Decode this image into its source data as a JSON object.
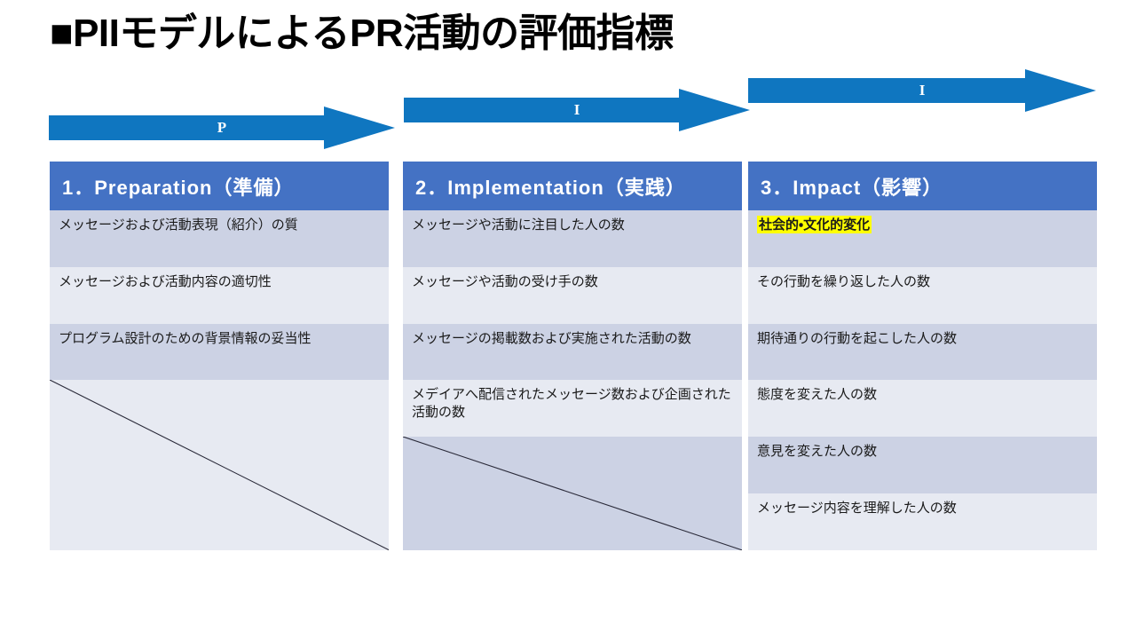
{
  "slide": {
    "title": "■PIIモデルによるPR活動の評価指標",
    "bullet_glyph": "■",
    "colors": {
      "arrow_blue": "#0F76C0",
      "header_blue": "#4472C4",
      "row_dark": "#ccd2e4",
      "row_light": "#e7eaf2",
      "highlight_yellow": "#ffff00",
      "title_black": "#000000"
    }
  },
  "arrows": [
    {
      "label": "P",
      "stage": "preparation"
    },
    {
      "label": "I",
      "stage": "implementation"
    },
    {
      "label": "I",
      "stage": "impact"
    }
  ],
  "matrix": {
    "columns": [
      {
        "header": "1．Preparation（準備）",
        "items": [
          {
            "text": "メッセージおよび活動表現（紹介）の質",
            "highlight": false
          },
          {
            "text": "メッセージおよび活動内容の適切性",
            "highlight": false
          },
          {
            "text": "プログラム設計のための背景情報の妥当性",
            "highlight": false
          }
        ]
      },
      {
        "header": "2．Implementation（実践）",
        "items": [
          {
            "text": "メッセージや活動に注目した人の数",
            "highlight": false
          },
          {
            "text": "メッセージや活動の受け手の数",
            "highlight": false
          },
          {
            "text": "メッセージの掲載数および実施された活動の数",
            "highlight": false
          },
          {
            "text": "メデイアへ配信されたメッセージ数および企画された活動の数",
            "highlight": false
          }
        ]
      },
      {
        "header": "3．Impact（影響）",
        "items": [
          {
            "text": "社会的・文化的変化",
            "highlight": true
          },
          {
            "text": "その行動を繰り返した人の数",
            "highlight": false
          },
          {
            "text": "期待通りの行動を起こした人の数",
            "highlight": false
          },
          {
            "text": "態度を変えた人の数",
            "highlight": false
          },
          {
            "text": "意見を変えた人の数",
            "highlight": false
          },
          {
            "text": "メッセージ内容を理解した人の数",
            "highlight": false
          }
        ]
      }
    ]
  }
}
